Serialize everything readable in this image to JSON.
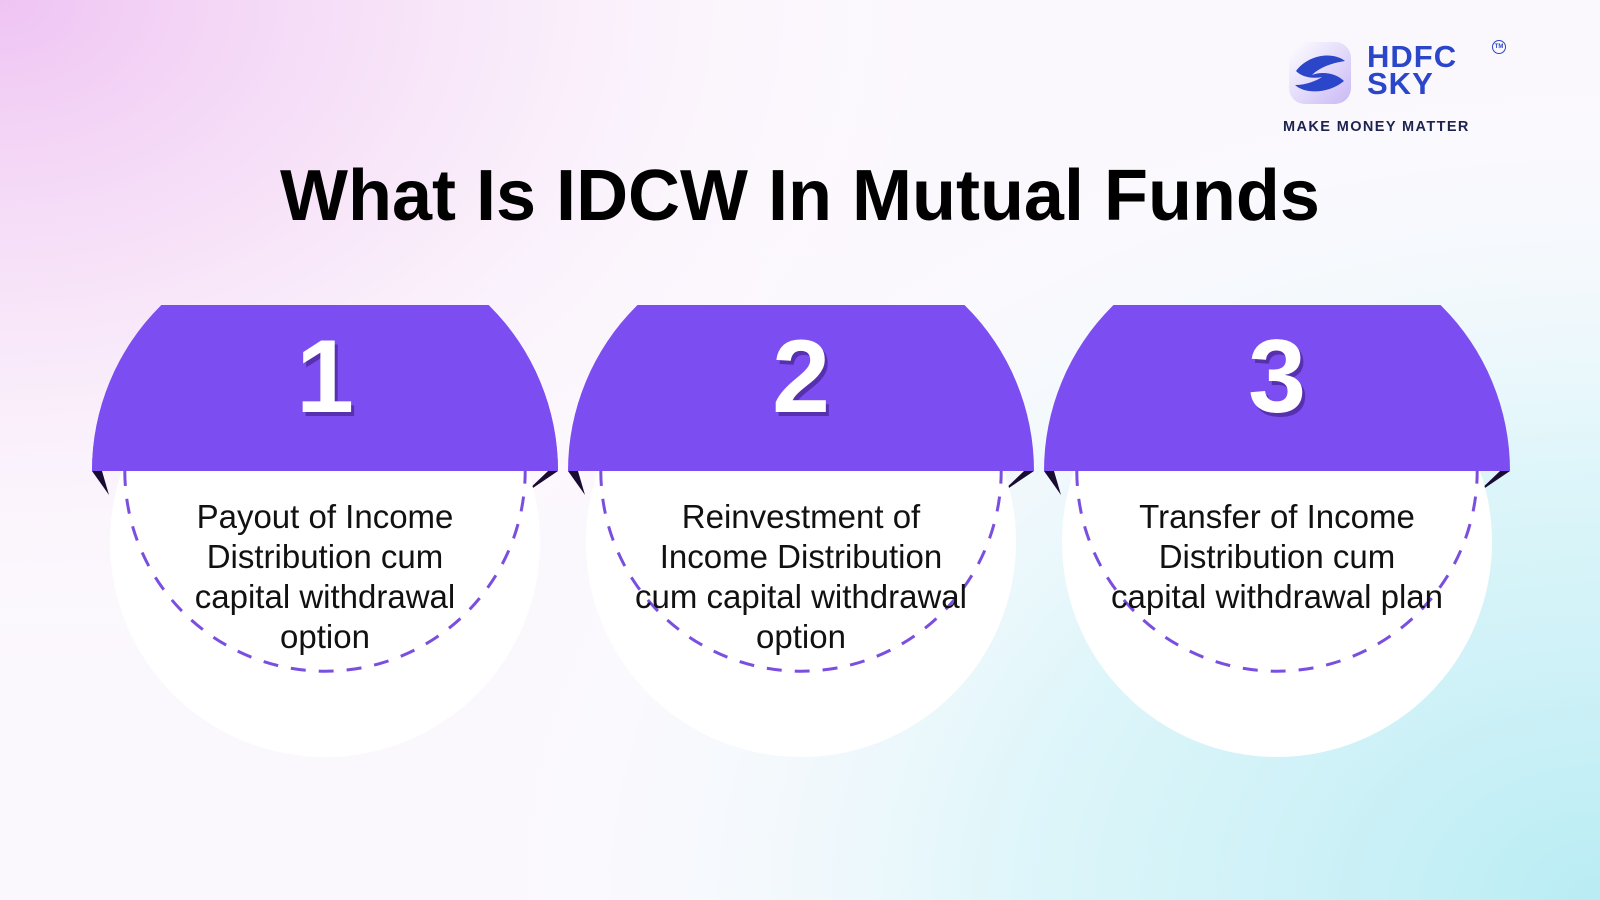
{
  "brand": {
    "name_line1": "HDFC",
    "name_line2": "SKY",
    "trademark": "TM",
    "tagline": "MAKE MONEY MATTER"
  },
  "title": "What Is IDCW In Mutual Funds",
  "steps": [
    {
      "number": "1",
      "text": "Payout of Income Distribution cum capital withdrawal option"
    },
    {
      "number": "2",
      "text": "Reinvestment of Income Distribution cum capital withdrawal option"
    },
    {
      "number": "3",
      "text": "Transfer of Income Distribution cum capital withdrawal plan"
    }
  ],
  "colors": {
    "accent": "#7c4df0",
    "dashes": "#7a4fdf",
    "brand_blue": "#2b46c9"
  }
}
